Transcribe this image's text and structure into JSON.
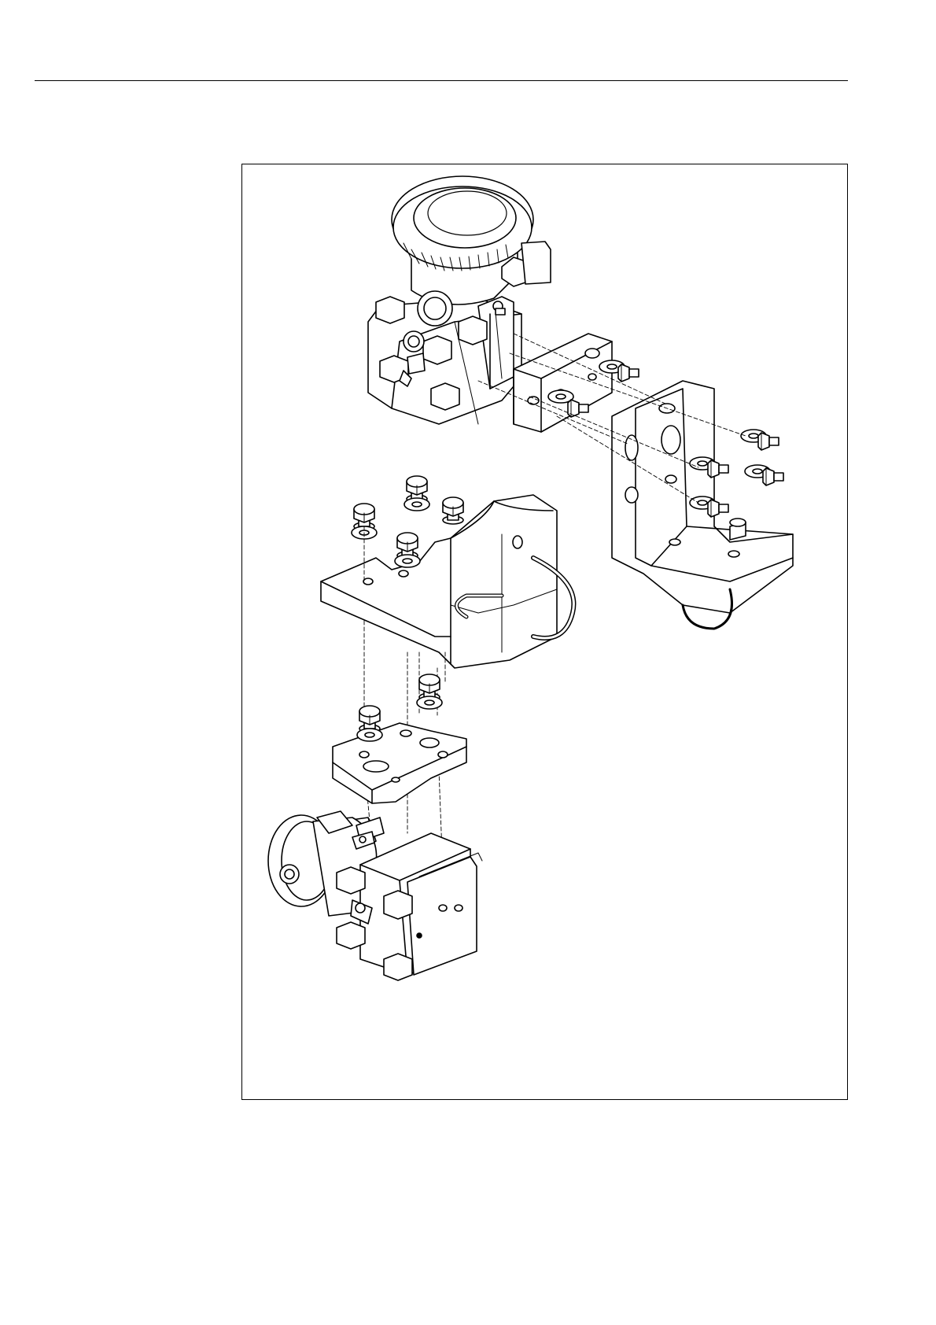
{
  "page": {
    "title": ""
  },
  "figure": {
    "caption": "",
    "components": {
      "upper_transmitter": "transmitter-housing",
      "upper_adapter_plate": "adapter-plate",
      "wall_bracket": "mounting-bracket",
      "pipe_bracket": "pipe-mounting-bracket",
      "lower_adapter_plate": "adapter-plate",
      "lower_transmitter": "transmitter-housing"
    },
    "colors": {
      "line": "#000000",
      "fill": "#ffffff",
      "shade": "#e6e6e6"
    }
  }
}
